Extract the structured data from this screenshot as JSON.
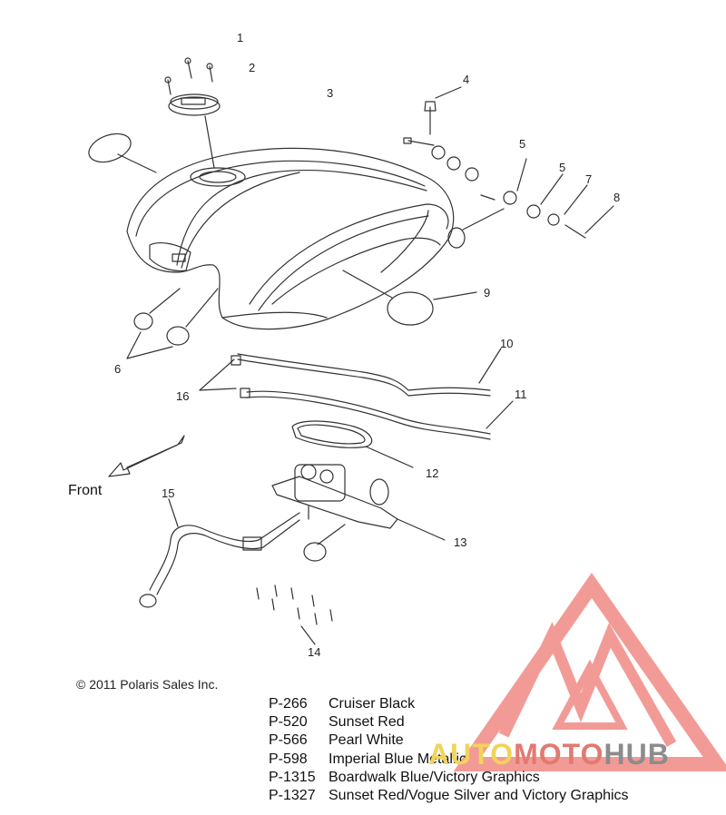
{
  "callouts": [
    "1",
    "2",
    "3",
    "4",
    "5",
    "5",
    "7",
    "8",
    "9",
    "10",
    "11",
    "12",
    "13",
    "14",
    "15",
    "16",
    "6"
  ],
  "front_label": "Front",
  "copyright": "© 2011 Polaris Sales Inc.",
  "paint_codes": [
    {
      "code": "P-266",
      "name": "Cruiser Black"
    },
    {
      "code": "P-520",
      "name": "Sunset Red"
    },
    {
      "code": "P-566",
      "name": "Pearl White"
    },
    {
      "code": "P-598",
      "name": "Imperial Blue Metallic"
    },
    {
      "code": "P-1315",
      "name": "Boardwalk Blue/Victory Graphics"
    },
    {
      "code": "P-1327",
      "name": "Sunset Red/Vogue Silver and Victory Graphics"
    }
  ],
  "watermark": {
    "part1": "AUTO",
    "part2": "MOTO",
    "part3": "HUB"
  },
  "colors": {
    "line": "#333333",
    "watermark_red": "#f08a84",
    "watermark_yellow": "#f2d35a",
    "watermark_gray": "#8c8c8c"
  }
}
